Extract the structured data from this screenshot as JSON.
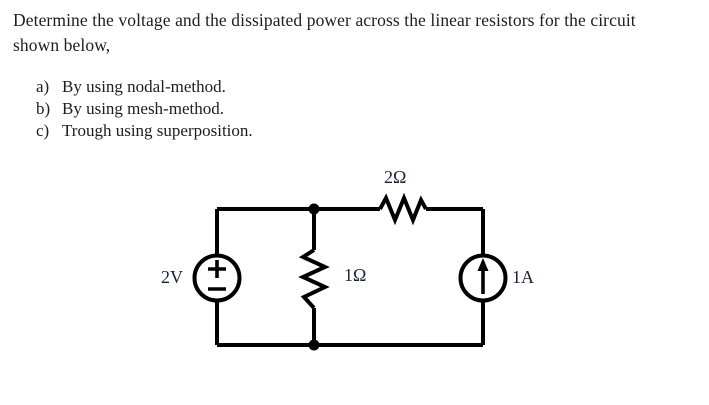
{
  "document": {
    "prompt": {
      "line1": "Determine the voltage and the dissipated power across the linear resistors for the circuit",
      "line2": "shown below,"
    },
    "tasks": [
      {
        "marker": "a)",
        "text": "By using nodal-method."
      },
      {
        "marker": "b)",
        "text": "By using mesh-method."
      },
      {
        "marker": "c)",
        "text": "Trough using superposition."
      }
    ]
  },
  "circuit": {
    "labels": {
      "voltage_source": "2V",
      "current_source": "1A",
      "resistor_shunt": "1Ω",
      "resistor_series": "2Ω"
    },
    "colors": {
      "wire": "#000000",
      "label": "#17233a",
      "background": "#ffffff"
    },
    "components": {
      "voltage_source_symbol": "plus-minus-circle",
      "current_source_symbol": "arrow-up-circle",
      "resistor_symbol": "zigzag"
    }
  }
}
